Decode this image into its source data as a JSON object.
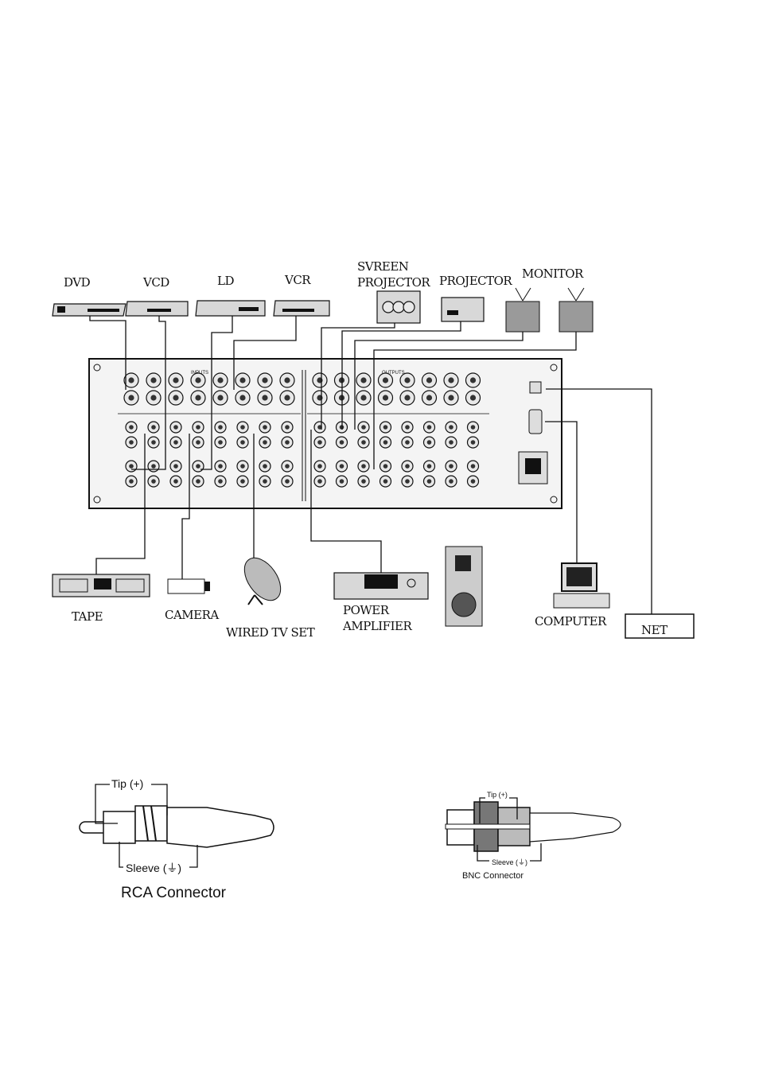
{
  "devices_top": {
    "dvd": "DVD",
    "vcd": "VCD",
    "ld": "LD",
    "vcr": "VCR",
    "screen_projector_line1": "SVREEN",
    "screen_projector_line2": "PROJECTOR",
    "projector": "PROJECTOR",
    "monitor": "MONITOR"
  },
  "devices_bottom": {
    "tape": "TAPE",
    "camera": "CAMERA",
    "wired_tv": "WIRED TV SET",
    "power_amp_line1": "POWER",
    "power_amp_line2": "AMPLIFIER",
    "computer": "COMPUTER",
    "net": "NET"
  },
  "panel": {
    "inputs_label": "INPUTS",
    "outputs_label": "OUTPUTS"
  },
  "rca": {
    "tip": "Tip (+)",
    "sleeve": "Sleeve (⏚)",
    "caption": "RCA Connector"
  },
  "bnc": {
    "tip": "Tip (+)",
    "sleeve": "Sleeve (⏚)",
    "caption": "BNC Connector"
  }
}
